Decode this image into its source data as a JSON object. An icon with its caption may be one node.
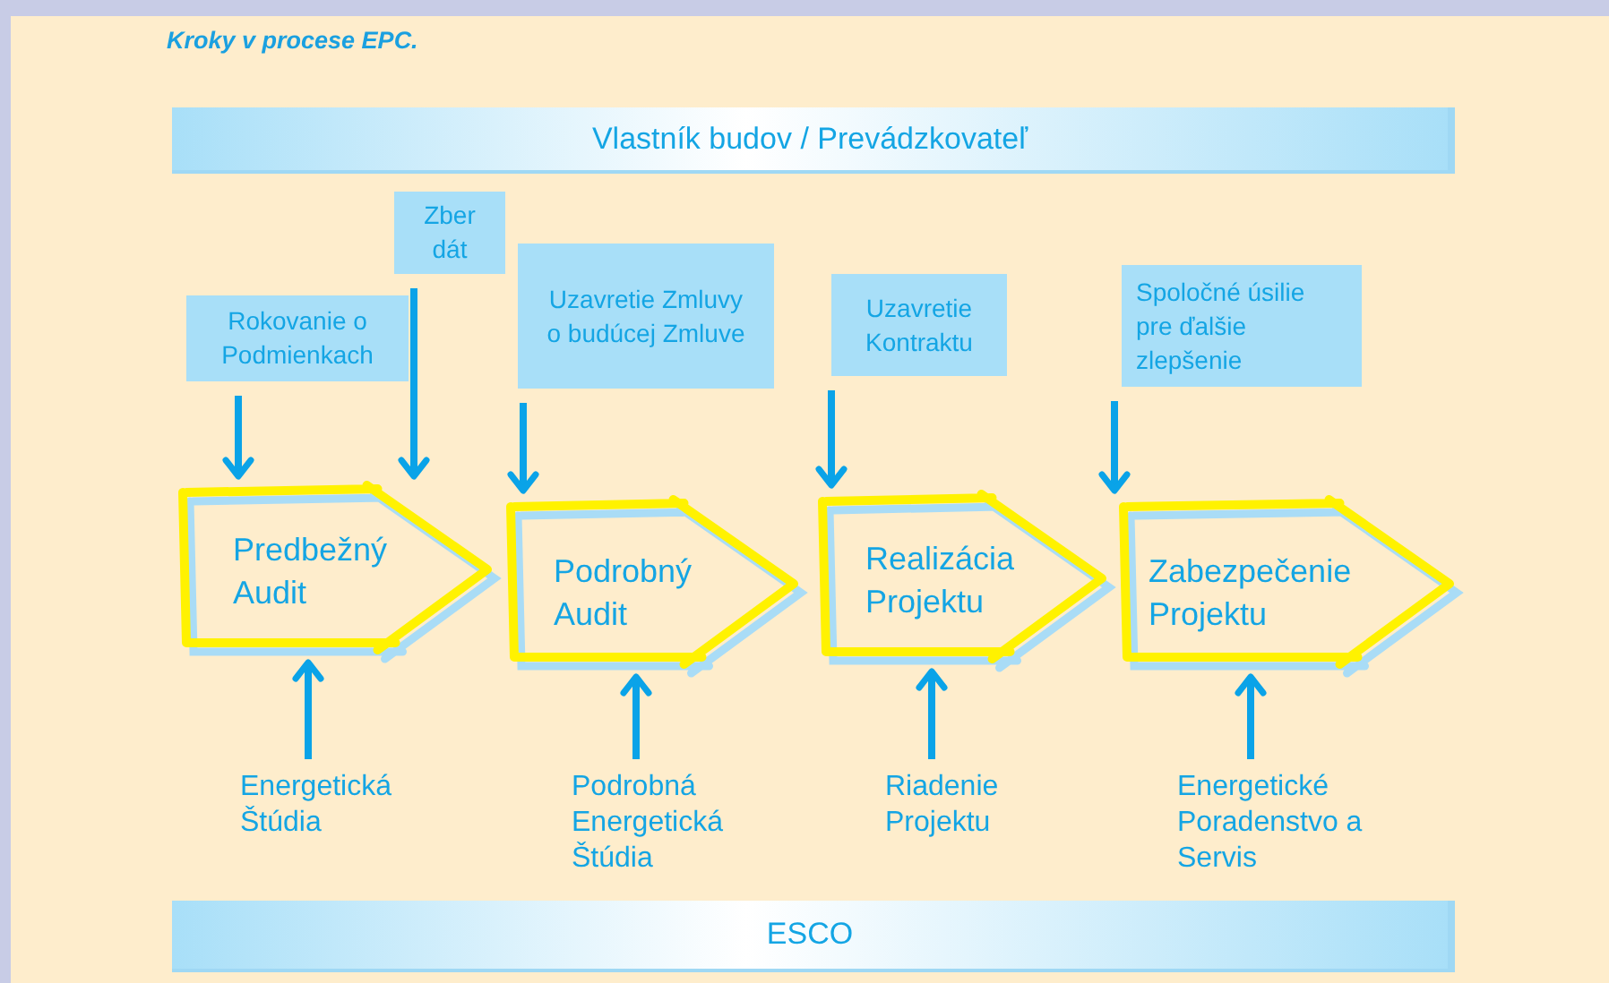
{
  "diagram": {
    "title": "Kroky v procese EPC.",
    "nodes": [
      {
        "text": [
          "Vlastník budov / Prevádzkovateľ"
        ]
      },
      {
        "text": [
          "Rokovanie o Podmienkach"
        ]
      },
      {
        "text": [
          "Zber dát"
        ]
      },
      {
        "text": [
          "Uzavretie Zmluvy o budúcej Zmluve"
        ]
      },
      {
        "text": [
          "Uzavretie Kontraktu"
        ]
      },
      {
        "text": [
          "Spoločné úsilie pre ďalšie zlepšenie"
        ]
      },
      {
        "text": [
          "Predbežný Audit"
        ]
      },
      {
        "text": [
          "Podrobný Audit"
        ]
      },
      {
        "text": [
          "Realizácia Projektu"
        ]
      },
      {
        "text": [
          "Zabezpečenie Projektu"
        ]
      },
      {
        "text": [
          "Energetická Štúdia"
        ]
      },
      {
        "text": [
          "Podrobná Energetická Štúdia"
        ]
      },
      {
        "text": [
          "Riadenie Projektu"
        ]
      },
      {
        "text": [
          "Energetické Poradenstvo a Servis"
        ]
      },
      {
        "text": [
          "ESCO"
        ]
      }
    ],
    "edges": [
      {
        "from": 1,
        "to": 6,
        "arrow": "to"
      },
      {
        "from": 2,
        "to": 6,
        "arrow": "to"
      },
      {
        "from": 3,
        "to": 7,
        "arrow": "to"
      },
      {
        "from": 4,
        "to": 8,
        "arrow": "to"
      },
      {
        "from": 5,
        "to": 9,
        "arrow": "to"
      },
      {
        "from": 10,
        "to": 6,
        "arrow": "to"
      },
      {
        "from": 11,
        "to": 7,
        "arrow": "to"
      },
      {
        "from": 12,
        "to": 8,
        "arrow": "to"
      },
      {
        "from": 13,
        "to": 9,
        "arrow": "to"
      }
    ]
  }
}
